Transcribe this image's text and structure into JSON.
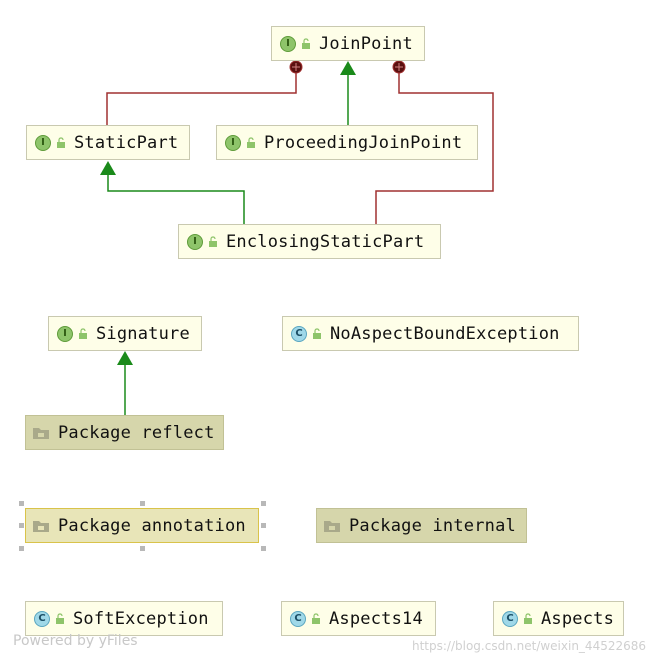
{
  "nodes": {
    "join_point": {
      "label": "JoinPoint",
      "kind": "I"
    },
    "static_part": {
      "label": "StaticPart",
      "kind": "I"
    },
    "proceeding_join_point": {
      "label": "ProceedingJoinPoint",
      "kind": "I"
    },
    "enclosing_static_part": {
      "label": "EnclosingStaticPart",
      "kind": "I"
    },
    "signature": {
      "label": "Signature",
      "kind": "I"
    },
    "no_aspect_bound_exception": {
      "label": "NoAspectBoundException",
      "kind": "C"
    },
    "soft_exception": {
      "label": "SoftException",
      "kind": "C"
    },
    "aspects14": {
      "label": "Aspects14",
      "kind": "C"
    },
    "aspects": {
      "label": "Aspects",
      "kind": "C"
    }
  },
  "packages": {
    "reflect": {
      "label": "Package reflect"
    },
    "annotation": {
      "label": "Package annotation"
    },
    "internal": {
      "label": "Package internal"
    }
  },
  "edges": [
    {
      "from": "static_part",
      "to": "join_point",
      "type": "inner-class"
    },
    {
      "from": "proceeding_join_point",
      "to": "join_point",
      "type": "extends"
    },
    {
      "from": "enclosing_static_part",
      "to": "join_point",
      "type": "inner-class"
    },
    {
      "from": "enclosing_static_part",
      "to": "static_part",
      "type": "extends"
    },
    {
      "from": "package_reflect",
      "to": "signature",
      "type": "extends"
    }
  ],
  "colors": {
    "extends": "#1a8a1a",
    "inner_class": "#a03030",
    "node_bg": "#fefee8",
    "package_bg": "#d6d6ab"
  },
  "watermarks": {
    "left": "Powered by yFiles",
    "right": "https://blog.csdn.net/weixin_44522686"
  }
}
